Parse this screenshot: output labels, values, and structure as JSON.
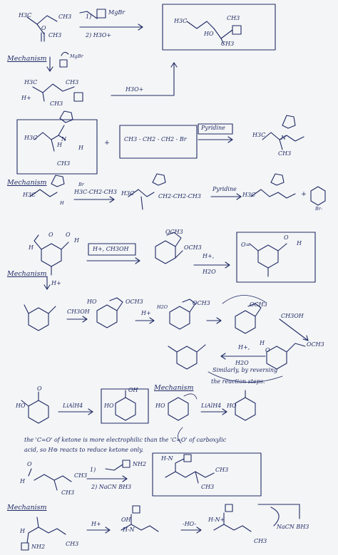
{
  "sections": [
    {
      "reaction": {
        "reactant": [
          "H3C",
          "CH3",
          "O",
          "CH3"
        ],
        "reagents": [
          "1)",
          "MgBr",
          "2) H3O+"
        ],
        "product": [
          "H3C",
          "CH3",
          "HO",
          "CH3"
        ]
      },
      "mechanism": {
        "heading": "Mechanism",
        "labels": [
          "MgBr",
          "H3C",
          "CH3",
          "H+",
          "CH3",
          "H3O+"
        ]
      }
    },
    {
      "reaction": {
        "reactant": [
          "H3C",
          "N",
          "H",
          "H",
          "CH3"
        ],
        "plus": "+",
        "alkyl_halide": "CH3 - CH2 - CH2 - Br",
        "reagent": "Pyridine",
        "product": [
          "H3C",
          "N",
          "CH3"
        ]
      },
      "mechanism": {
        "heading": "Mechanism",
        "labels": [
          "H3C",
          "H",
          "Br",
          "H3C-CH2-CH3",
          "H3C",
          "CH2-CH2-CH3",
          "Pyridine",
          "H3C",
          "+",
          "Br-"
        ]
      }
    },
    {
      "reaction": {
        "reactant": [
          "H",
          "O",
          "O",
          "H"
        ],
        "reagent": "H+, CH3OH",
        "acetal": [
          "OCH3",
          "OCH3"
        ],
        "hydrolysis": [
          "H+,",
          "H2O"
        ],
        "product": [
          "O=",
          "O",
          "H"
        ]
      },
      "mechanism": {
        "heading": "Mechanism",
        "labels": [
          "H+",
          "CH3OH",
          "HO",
          "OCH3",
          "H+",
          "H2O",
          "OCH3",
          "OCH3",
          "CH3OH",
          "H",
          "O",
          "OCH3",
          "H+,",
          "H2O"
        ],
        "note": [
          "Similarly, by reversing",
          "the reaction steps."
        ]
      }
    },
    {
      "reaction": {
        "reactant": [
          "HO",
          "O"
        ],
        "reagent": "LiAlH4",
        "product": [
          "HO",
          "OH"
        ]
      },
      "mechanism": {
        "heading": "Mechanism",
        "labels": [
          "HO",
          "LiAlH4",
          "HO"
        ],
        "note": [
          "the 'C=O' of ketone is more electrophilic than the 'C=O' of carboxylic",
          "acid, so H⊖ reacts to reduce ketone only."
        ]
      }
    },
    {
      "reaction": {
        "reactant": [
          "H",
          "O",
          "CH3",
          "CH3"
        ],
        "reagents": [
          "1)",
          "NH2",
          "2) NaCN BH3"
        ],
        "product": [
          "H-N",
          "CH3",
          "CH3"
        ]
      },
      "mechanism": {
        "heading": "Mechanism",
        "labels": [
          "H",
          "CH3",
          "NH2",
          "H+",
          "OH",
          "H-N",
          "-HO-",
          "H-N+",
          "CH3",
          "NaCN BH3"
        ]
      }
    }
  ]
}
